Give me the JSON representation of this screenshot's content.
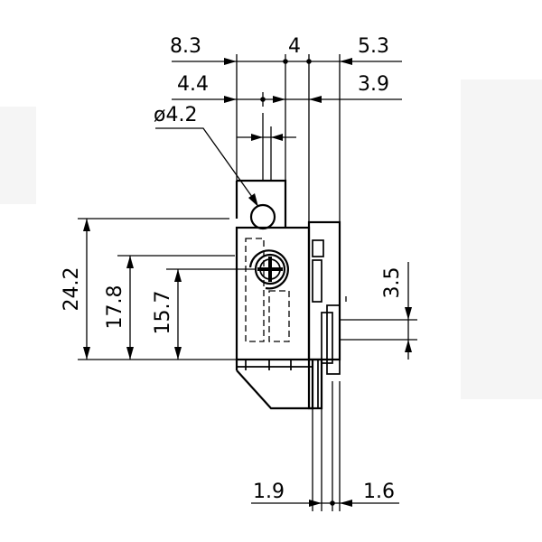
{
  "dimensions": {
    "top_left_1": "8.3",
    "top_mid": "4",
    "top_right_1": "5.3",
    "top_left_2": "4.4",
    "top_right_2": "3.9",
    "hole_diameter": "ø4.2",
    "height_total": "24.2",
    "height_mid": "17.8",
    "height_screw": "15.7",
    "right_gap": "3.5",
    "bottom_left": "1.9",
    "bottom_right": "1.6"
  }
}
